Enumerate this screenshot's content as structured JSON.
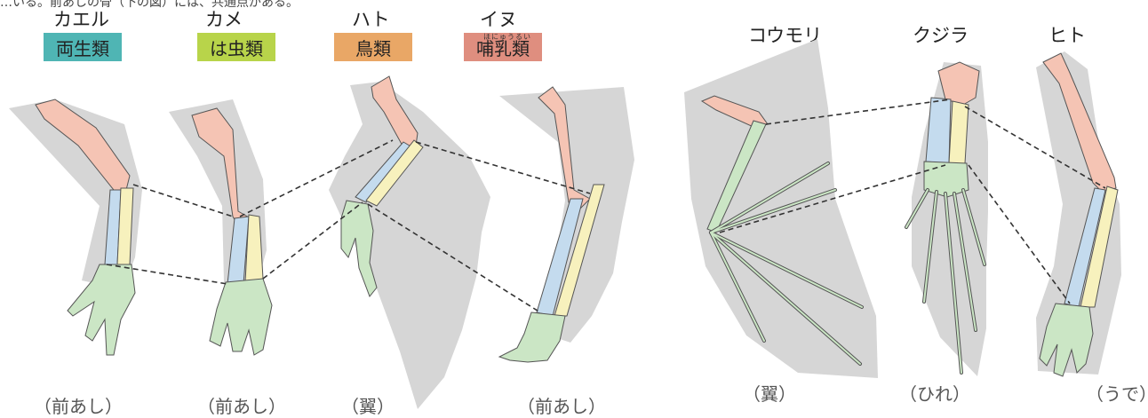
{
  "header_fragment": "…いる。前あしの骨（下の図）には、共通点がある。",
  "animals": [
    {
      "name": "カエル",
      "class_label": "両生類",
      "class_color": "#4fb5b4",
      "caption": "（前あし）"
    },
    {
      "name": "カメ",
      "class_label": "は虫類",
      "class_color": "#b8d44a",
      "caption": "（前あし）"
    },
    {
      "name": "ハト",
      "class_label": "鳥類",
      "class_color": "#e9a766",
      "caption": "（翼）"
    },
    {
      "name": "イヌ",
      "class_label": "哺乳類",
      "class_ruby": "ほにゅうるい",
      "class_color": "#df8e7f",
      "caption": "（前あし）"
    },
    {
      "name": "コウモリ",
      "caption": "（翼）"
    },
    {
      "name": "クジラ",
      "caption": "（ひれ）"
    },
    {
      "name": "ヒト",
      "caption": "（うで）"
    }
  ],
  "colors": {
    "upper_arm_bone": "#f5c4b4",
    "radius_bone": "#c4dbee",
    "ulna_bone": "#f7f1bd",
    "hand_bones": "#cbe6c5",
    "body_silhouette": "#d6d6d6",
    "connector_line": "#333333"
  }
}
